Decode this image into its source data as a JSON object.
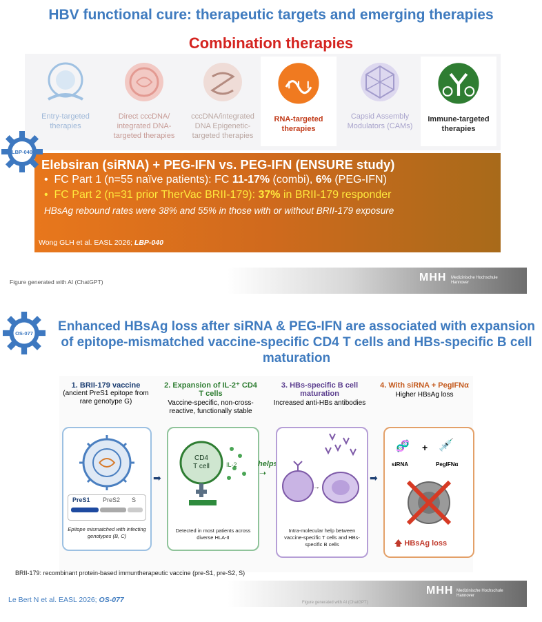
{
  "slide1": {
    "title": "HBV functional cure: therapeutic targets and emerging therapies",
    "subtitle": "Combination therapies",
    "tiles": [
      {
        "label": "Entry-targeted therapies",
        "icon": "cell-entry-icon"
      },
      {
        "label": "Direct cccDNA/ integrated DNA- targeted therapies",
        "icon": "cccdna-icon"
      },
      {
        "label": "cccDNA/integrated DNA Epigenetic- targeted therapies",
        "icon": "epigenetic-icon"
      },
      {
        "label": "RNA-targeted therapies",
        "icon": "rna-icon"
      },
      {
        "label": "Capsid Assembly Modulators (CAMs)",
        "icon": "capsid-icon"
      },
      {
        "label": "Immune-targeted therapies",
        "icon": "antibody-icon"
      }
    ],
    "badge": "LBP-040",
    "study_title": "Elebsiran (siRNA) + PEG-IFN vs. PEG-IFN (ENSURE study)",
    "line1_a": "FC Part 1 (n=55 naïve patients): FC ",
    "line1_b": "11-17%",
    "line1_c": " (combi), ",
    "line1_d": "6%",
    "line1_e": " (PEG-IFN)",
    "line2_a": "FC Part 2 (n=31 prior TherVac BRII-179): ",
    "line2_b": "37%",
    "line2_c": " in BRII-179 responder",
    "line3": "HBsAg rebound rates were 38% and 55% in those with or without BRII-179 exposure",
    "reference_a": "Wong GLH et al. EASL 2026; ",
    "reference_b": "LBP-040",
    "figure_note": "Figure generated with AI (ChatGPT)",
    "logo": "MHH",
    "logo_text_1": "Medizinische Hochschule",
    "logo_text_2": "Hannover"
  },
  "slide2": {
    "badge": "OS-077",
    "title": "Enhanced HBsAg loss after siRNA & PEG-IFN are associated with expansion of epitope-mismatched vaccine-specific CD4 T cells and HBs-specific B cell maturation",
    "panels": [
      {
        "head": "1. BRII-179 vaccine",
        "sub": "(ancient PreS1 epitope from rare genotype G)",
        "caption": "Epitope mismatched with infecting genotypes (B, C)"
      },
      {
        "head": "2. Expansion of IL-2⁺ CD4 T cells",
        "sub": "Vaccine-specific, non-cross-reactive, functionally stable",
        "caption": "Detected in most patients across diverse HLA-II"
      },
      {
        "head": "3. HBs-specific B cell maturation",
        "sub": "Increased anti-HBs antibodies",
        "caption": "Intra-molecular help between vaccine-specific T cells and HBs-specific B cells"
      },
      {
        "head": "4. With siRNA + PegIFNα",
        "sub": "Higher HBsAg loss",
        "caption": "HBsAg loss"
      }
    ],
    "pres1": "PreS1",
    "pres2": "PreS2",
    "s": "S",
    "cd4_1": "CD4",
    "cd4_2": "T cell",
    "il2": "IL-2",
    "helps": "helps",
    "sirna": "siRNA",
    "plus": "+",
    "pegifn": "PegIFNα",
    "footnote": "BRII-179: recombinant protein-based immuntherapeutic vaccine (pre-S1, pre-S2, S)",
    "reference_a": "Le Bert N et al. EASL 2026; ",
    "reference_b": "OS-077",
    "figure_note": "Figure generated with AI (ChatGPT)",
    "logo": "MHH",
    "logo_text_1": "Medizinische Hochschule",
    "logo_text_2": "Hannover"
  }
}
